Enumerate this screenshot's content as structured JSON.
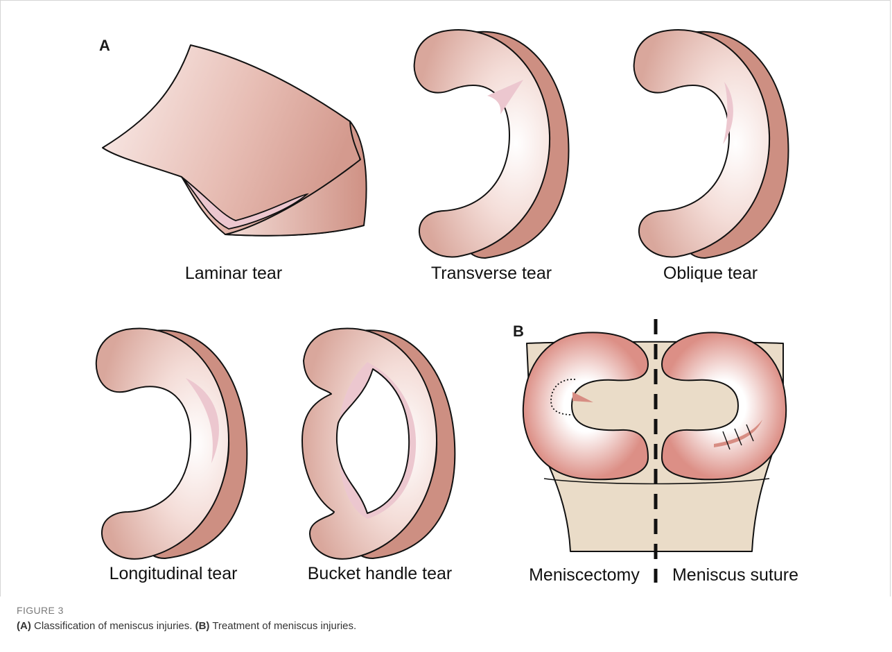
{
  "figure": {
    "panel_a_letter": "A",
    "panel_b_letter": "B",
    "labels": {
      "laminar": "Laminar tear",
      "transverse": "Transverse tear",
      "oblique": "Oblique tear",
      "longitudinal": "Longitudinal tear",
      "bucket_handle": "Bucket handle tear",
      "meniscectomy": "Meniscectomy",
      "meniscus_suture": "Meniscus suture"
    }
  },
  "caption": {
    "title": "FIGURE 3",
    "a_tag": "(A)",
    "a_text": " Classification of meniscus injuries. ",
    "b_tag": "(B)",
    "b_text": " Treatment of meniscus injuries."
  },
  "colors": {
    "meniscus_pink": "#d79a8e",
    "meniscus_edge": "#c9877a",
    "tear_pink": "#ecc7cf",
    "tibia_beige": "#eadcc8"
  }
}
